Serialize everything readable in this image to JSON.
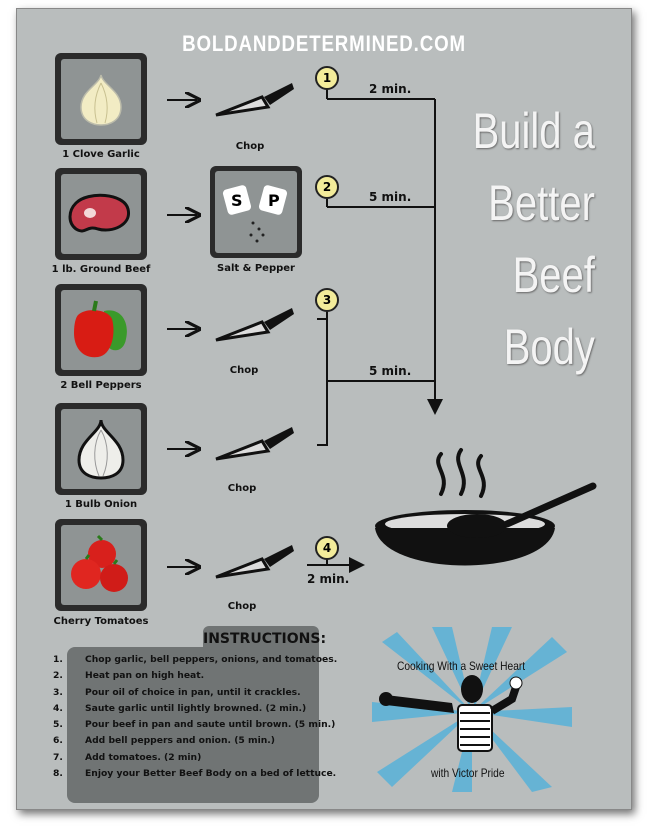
{
  "site": "BOLDANDDETERMINED.COM",
  "title_lines": [
    "Build a",
    "Better",
    "Beef",
    "Body"
  ],
  "ingredients": [
    {
      "label": "1 Clove Garlic",
      "icon": "garlic-icon",
      "tool": "Chop"
    },
    {
      "label": "1 lb. Ground Beef",
      "icon": "steak-icon",
      "tool": "Salt & Pepper"
    },
    {
      "label": "2 Bell Peppers",
      "icon": "bell-pepper-icon",
      "tool": "Chop"
    },
    {
      "label": "1 Bulb Onion",
      "icon": "onion-icon",
      "tool": "Chop"
    },
    {
      "label": "Cherry Tomatoes",
      "icon": "tomatoes-icon",
      "tool": "Chop"
    }
  ],
  "salt_letter": "S",
  "pepper_letter": "P",
  "steps": [
    {
      "num": "1",
      "time": "2 min."
    },
    {
      "num": "2",
      "time": "5 min."
    },
    {
      "num": "3",
      "time": "5 min."
    },
    {
      "num": "4",
      "time": "2 min."
    }
  ],
  "instructions": {
    "heading": "INSTRUCTIONS:",
    "items": [
      {
        "n": "1.",
        "text": "Chop garlic, bell peppers, onions, and tomatoes."
      },
      {
        "n": "2.",
        "text": "Heat pan on high heat."
      },
      {
        "n": "3.",
        "text": "Pour oil of choice in pan, until it crackles."
      },
      {
        "n": "4.",
        "text": "Saute garlic until lightly browned. (2 min.)"
      },
      {
        "n": "5.",
        "text": "Pour beef in pan and saute until brown. (5 min.)"
      },
      {
        "n": "6.",
        "text": "Add bell peppers and onion. (5 min.)"
      },
      {
        "n": "7.",
        "text": "Add tomatoes. (2 min)"
      },
      {
        "n": "8.",
        "text": "Enjoy your Better Beef Body on a bed of lettuce."
      }
    ]
  },
  "logo": {
    "top": "Cooking With a Sweet Heart",
    "bottom": "with Victor Pride"
  },
  "colors": {
    "background": "#b9bdbd",
    "step_circle": "#f3ec9a",
    "logo_blue": "#3fa9d6"
  }
}
